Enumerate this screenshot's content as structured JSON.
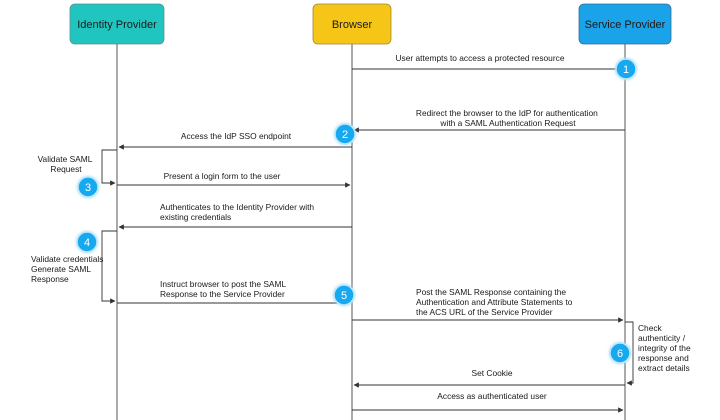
{
  "colors": {
    "idp": "#20c5c0",
    "browser": "#f5c518",
    "sp": "#1aa3e8",
    "step_badge": "#19a9f0",
    "line": "#333333"
  },
  "actors": {
    "idp": "Identity Provider",
    "browser": "Browser",
    "sp": "Service Provider"
  },
  "messages": {
    "m1": [
      "User attempts to access a protected resource"
    ],
    "m2": [
      "Redirect the browser to the IdP for authentication",
      "with a SAML Authentication Request"
    ],
    "m3": [
      "Access the IdP SSO endpoint"
    ],
    "m4": [
      "Present a login form to the user"
    ],
    "m5": [
      "Authenticates to the Identity Provider with",
      "existing credentials"
    ],
    "m6": [
      "Instruct browser to post the SAML",
      "Response to the Service Provider"
    ],
    "m7": [
      "Post the SAML Response containing the",
      "Authentication and Attribute Statements to",
      "the ACS URL of the Service Provider"
    ],
    "m8": [
      "Set Cookie"
    ],
    "m9": [
      "Access as authenticated user"
    ]
  },
  "notes": {
    "validate_request": [
      "Validate SAML",
      "Request"
    ],
    "validate_credentials": [
      "Validate credentials",
      "Generate SAML",
      "Response"
    ],
    "check_integrity": [
      "Check",
      "authenticity /",
      "integrity of the",
      "response and",
      "extract details"
    ]
  },
  "steps": [
    "1",
    "2",
    "3",
    "4",
    "5",
    "6"
  ]
}
